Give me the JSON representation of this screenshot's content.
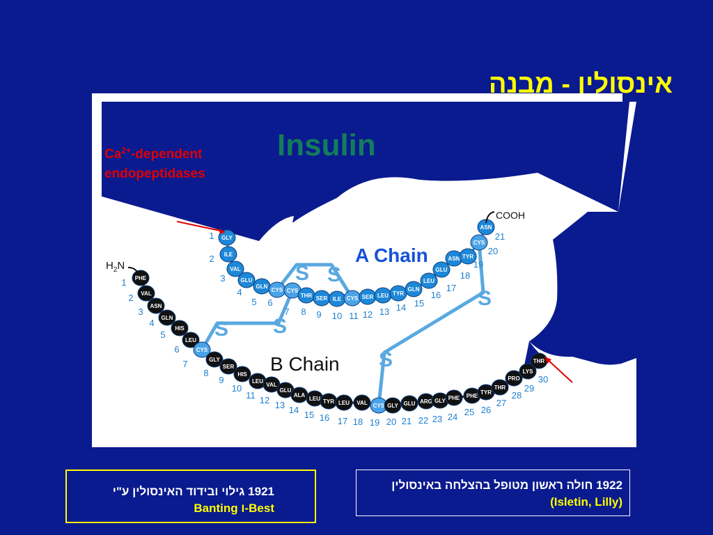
{
  "slide": {
    "title": "אינסולין - מבנה",
    "insulin_label": "Insulin",
    "enzyme_label_line1": "Ca",
    "enzyme_label_sup": "2+",
    "enzyme_label_line1_rest": "-dependent",
    "enzyme_label_line2": "endopeptidases",
    "a_chain_label": "A Chain",
    "b_chain_label": "B Chain",
    "h2n_label": "H",
    "h2n_sub": "2",
    "h2n_rest": "N",
    "cooh_label": "COOH",
    "disulfide_letter": "S"
  },
  "chain_a": {
    "residues": [
      "GLY",
      "ILE",
      "VAL",
      "GLU",
      "GLN",
      "CYS",
      "CYS",
      "THR",
      "SER",
      "ILE",
      "CYS",
      "SER",
      "LEU",
      "TYR",
      "GLN",
      "LEU",
      "GLU",
      "ASN",
      "TYR",
      "CYS",
      "ASN"
    ],
    "numbers": [
      "1",
      "2",
      "3",
      "4",
      "5",
      "6",
      "7",
      "8",
      "9",
      "10",
      "11",
      "12",
      "13",
      "14",
      "15",
      "16",
      "17",
      "18",
      "19",
      "20",
      "21"
    ]
  },
  "chain_b": {
    "residues": [
      "PHE",
      "VAL",
      "ASN",
      "GLN",
      "HIS",
      "LEU",
      "CYS",
      "GLY",
      "SER",
      "HIS",
      "LEU",
      "VAL",
      "GLU",
      "ALA",
      "LEU",
      "TYR",
      "LEU",
      "VAL",
      "CYS",
      "GLY",
      "GLU",
      "ARG",
      "GLY",
      "PHE",
      "PHE",
      "TYR",
      "THR",
      "PRO",
      "LYS",
      "THR"
    ],
    "numbers": [
      "1",
      "2",
      "3",
      "4",
      "5",
      "6",
      "7",
      "8",
      "9",
      "10",
      "11",
      "12",
      "13",
      "14",
      "15",
      "16",
      "17",
      "18",
      "19",
      "20",
      "21",
      "22",
      "23",
      "24",
      "25",
      "26",
      "27",
      "28",
      "29",
      "30"
    ]
  },
  "box_left": {
    "line1": "1921 גילוי ובידוד האינסולין ע\"י",
    "line2": "Best-ו Banting"
  },
  "box_right": {
    "line1": "1922 חולה ראשון מטופל בהצלחה באינסולין",
    "line2": "(Isletin, Lilly)"
  },
  "colors": {
    "background": "#0a1a8f",
    "title": "#ffff00",
    "insulin": "#127d5a",
    "enzyme": "#e00000",
    "a_chain_label": "#1452d9",
    "chain_a_bead": "#1e88d8",
    "chain_b_bead": "#111111",
    "cys_bead": "#4aa3e8",
    "disulfide": "#5aa9e0",
    "numbers": "#1e7fd0"
  }
}
